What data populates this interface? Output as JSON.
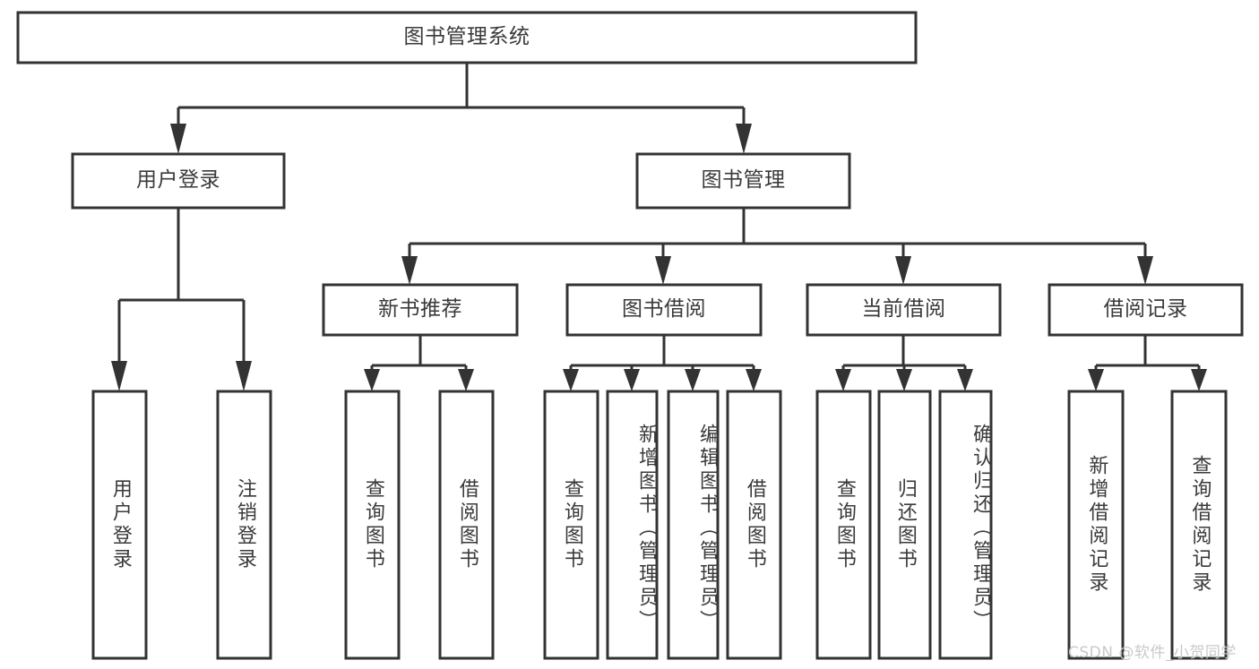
{
  "diagram": {
    "title": "图书管理系统",
    "type": "tree-hierarchy",
    "watermark": "CSDN @软件_小贺同学",
    "colors": {
      "stroke": "#333333",
      "box_fill": "#ffffff",
      "text": "#3a3a3a",
      "background": "#ffffff",
      "watermark": "#c9c9c9"
    },
    "root": {
      "label": "图书管理系统"
    },
    "level2": [
      {
        "label": "用户登录"
      },
      {
        "label": "图书管理"
      }
    ],
    "level3": [
      {
        "label": "新书推荐"
      },
      {
        "label": "图书借阅"
      },
      {
        "label": "当前借阅"
      },
      {
        "label": "借阅记录"
      }
    ],
    "leaves": {
      "user_login": [
        {
          "label": "用户登录"
        },
        {
          "label": "注销登录"
        }
      ],
      "new_book_recommend": [
        {
          "label": "查询图书"
        },
        {
          "label": "借阅图书"
        }
      ],
      "book_borrow": [
        {
          "label": "查询图书"
        },
        {
          "label": "新增图书（管理员）"
        },
        {
          "label": "编辑图书（管理员）"
        },
        {
          "label": "借阅图书"
        }
      ],
      "current_borrow": [
        {
          "label": "查询图书"
        },
        {
          "label": "归还图书"
        },
        {
          "label": "确认归还（管理员）"
        }
      ],
      "borrow_record": [
        {
          "label": "新增借阅记录"
        },
        {
          "label": "查询借阅记录"
        }
      ]
    }
  }
}
